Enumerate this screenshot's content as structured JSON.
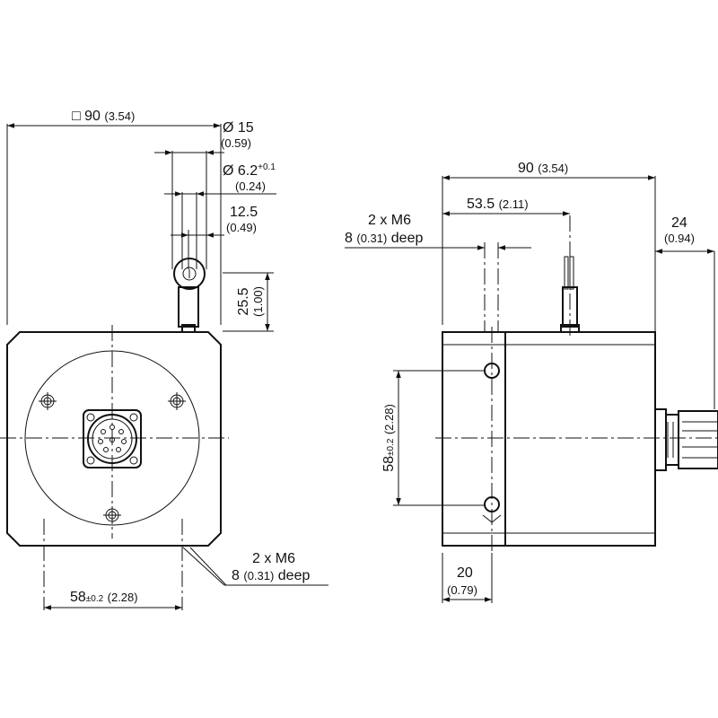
{
  "left_view": {
    "width": {
      "value": "□ 90",
      "inch": "(3.54)"
    },
    "cable_dia": {
      "value": "Ø 15",
      "inch": "(0.59)"
    },
    "bore_dia": {
      "value": "Ø 6.2",
      "tol": "+0.1",
      "inch": "(0.24)"
    },
    "eye_width": {
      "value": "12.5",
      "inch": "(0.49)"
    },
    "eye_height": {
      "value": "25.5",
      "inch": "(1.00)"
    },
    "thread": {
      "line1": "2 x M6",
      "line2_val": "8",
      "line2_inch": "(0.31)",
      "line2_suffix": "deep"
    },
    "hole_pitch": {
      "value": "58",
      "tol": "±0.2",
      "inch": "(2.28)"
    }
  },
  "right_view": {
    "depth": {
      "value": "90",
      "inch": "(3.54)"
    },
    "cable_pos": {
      "value": "53.5",
      "inch": "(2.11)"
    },
    "thread": {
      "line1": "2 x M6",
      "line2_val": "8",
      "line2_inch": "(0.31)",
      "line2_suffix": "deep"
    },
    "connector": {
      "value": "24",
      "inch": "(0.94)"
    },
    "hole_pitch": {
      "value": "58",
      "tol": "±0.2",
      "inch": "(2.28)"
    },
    "flange": {
      "value": "20",
      "inch": "(0.79)"
    }
  }
}
